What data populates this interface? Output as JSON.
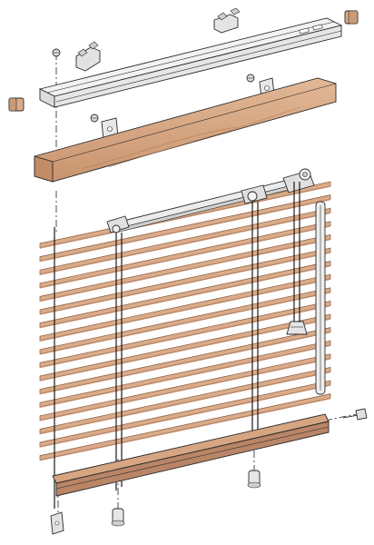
{
  "figure": {
    "colors": {
      "wood": "#d9ab88",
      "wood_dark": "#b98566",
      "wood_edge": "#8a5a3e",
      "metal": "#ededed",
      "metal_shade": "#c8c8c8",
      "line": "#2a2a2a",
      "background": "#ffffff"
    },
    "slat_count": 17,
    "parts": [
      "headrail",
      "valance",
      "end-cap",
      "mounting-bracket",
      "valance-clip",
      "tilt-mechanism",
      "ladder-cord",
      "lift-cord",
      "tilt-wand",
      "bottom-rail",
      "cord-tassel",
      "hold-down-bracket",
      "screw",
      "slat"
    ]
  }
}
